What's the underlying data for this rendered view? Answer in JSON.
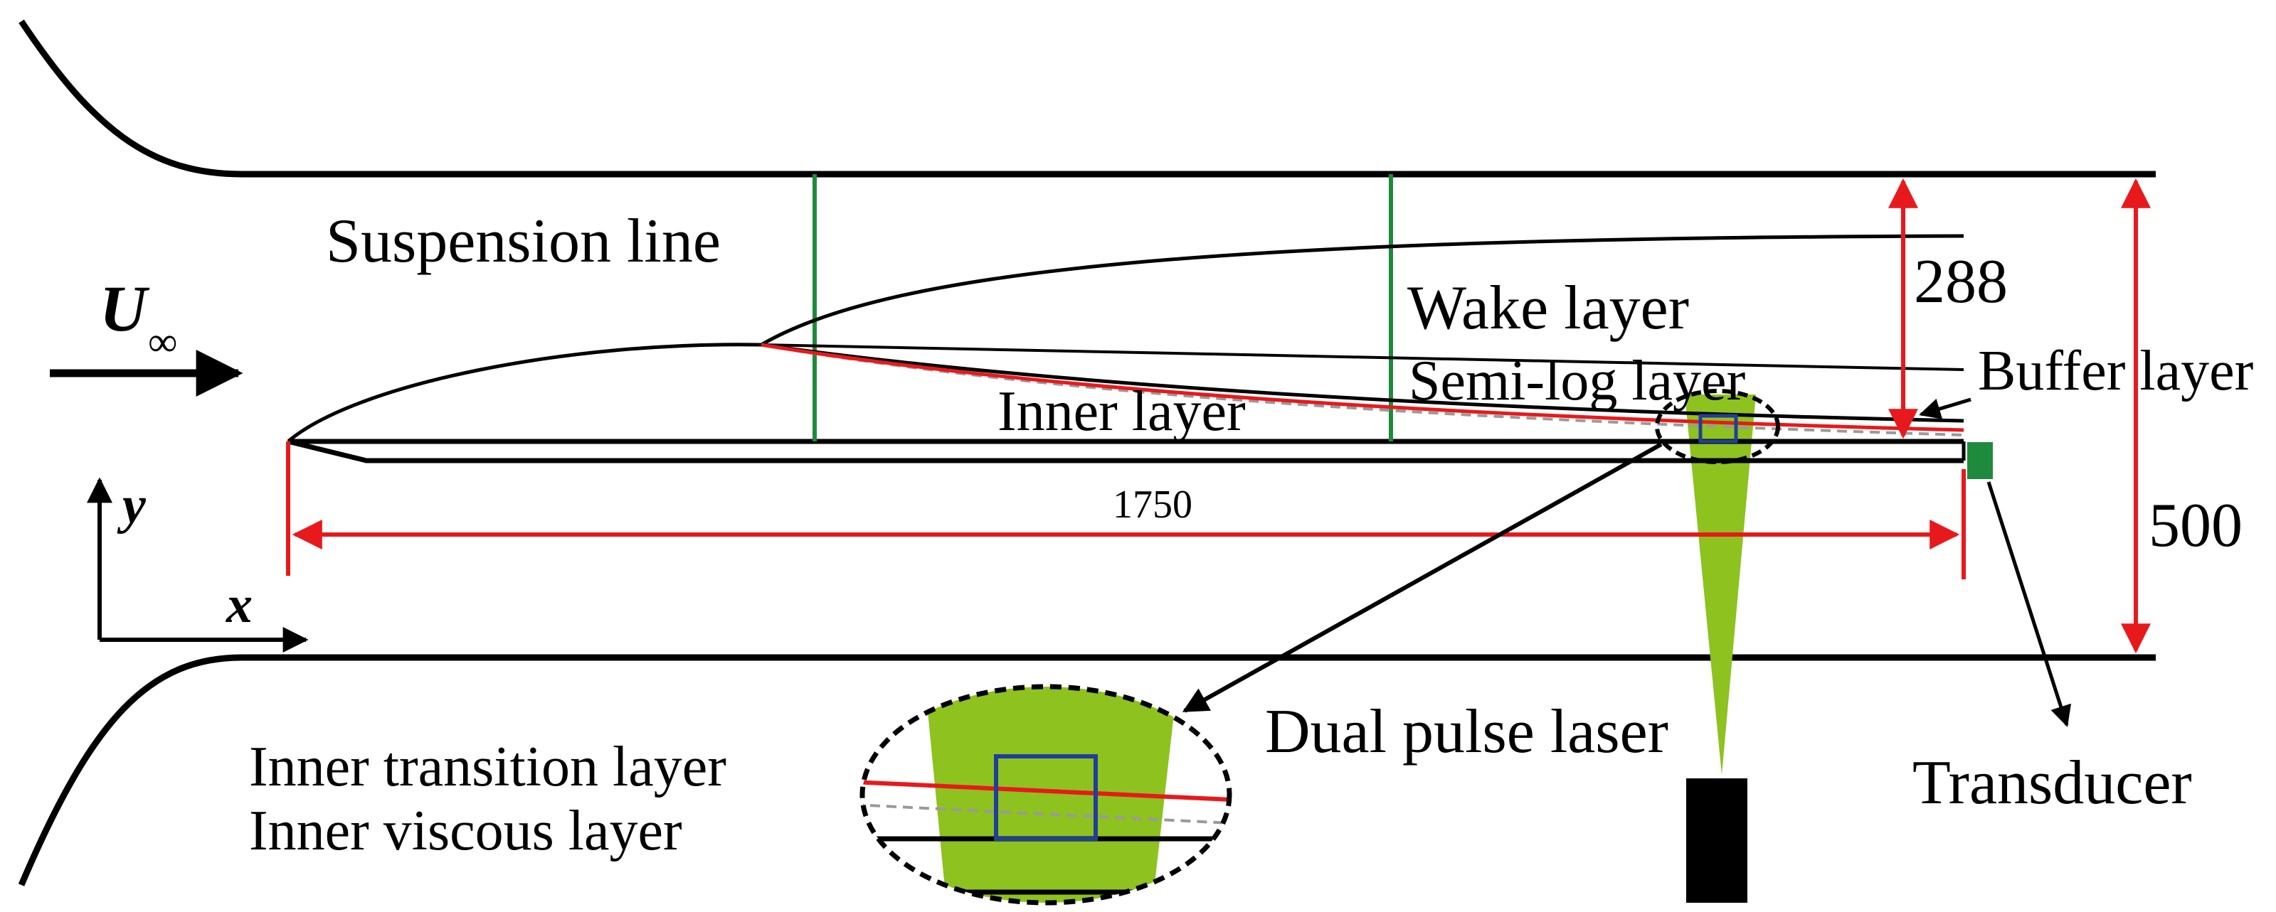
{
  "labels": {
    "suspension_line": "Suspension line",
    "wake_layer": "Wake layer",
    "semi_log_layer": "Semi-log layer",
    "inner_layer": "Inner layer",
    "buffer_layer": "Buffer layer",
    "dual_pulse_laser": "Dual pulse laser",
    "transducer": "Transducer",
    "inner_transition_layer": "Inner transition layer",
    "inner_viscous_layer": "Inner viscous layer"
  },
  "dimensions": {
    "boundary_layer_thickness": "288",
    "channel_height": "500",
    "plate_length": "1750"
  },
  "flow": {
    "velocity_symbol": "U",
    "velocity_subscript": "∞"
  },
  "axes": {
    "x": "x",
    "y": "y"
  },
  "colors": {
    "outline": "#000000",
    "dimension": "#e8191c",
    "suspension": "#1e8a3c",
    "laser": "#8dc21f",
    "interrogation_box": "#1f3f99",
    "log_profile": "#e8191c",
    "dashed_profile": "#9a9a9a",
    "transducer": "#1e8a3c"
  }
}
